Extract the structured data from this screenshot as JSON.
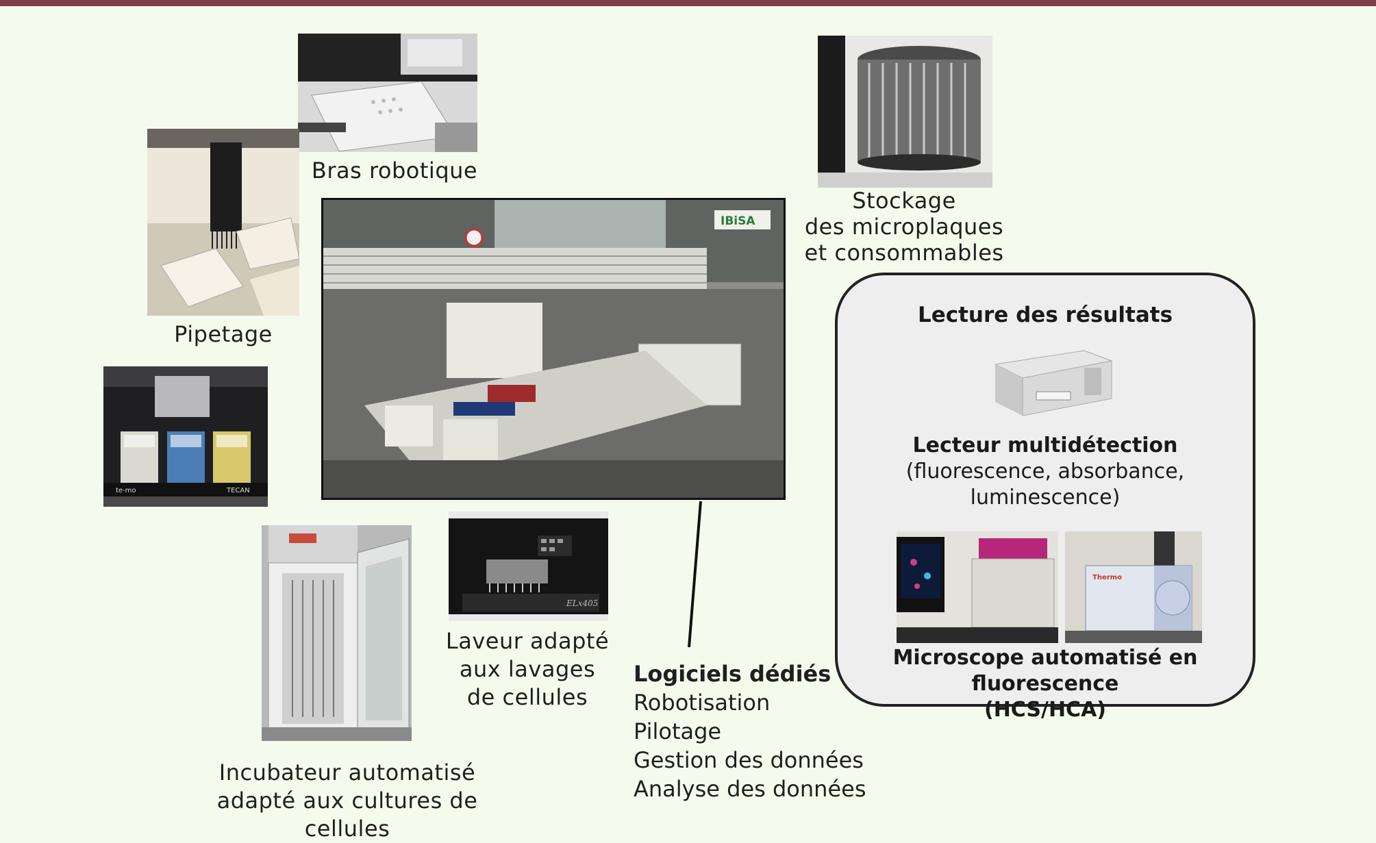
{
  "captions": {
    "bras_robotique": "Bras robotique",
    "pipetage": "Pipetage",
    "stockage": [
      "Stockage",
      "des microplaques",
      "et consommables"
    ],
    "laveur": [
      "Laveur adapté",
      "aux lavages",
      "de cellules"
    ],
    "incubateur": [
      "Incubateur automatisé",
      "adapté aux cultures de cellules"
    ]
  },
  "photos": {
    "main_station_logo": "IBiSA",
    "washer_label": "ELx405",
    "dispenser_brand_left": "te-mo",
    "dispenser_brand_right": "TECAN",
    "microscope_brand": "Thermo"
  },
  "software": {
    "title": "Logiciels dédiés",
    "items": [
      "Robotisation",
      "Pilotage",
      "Gestion des données",
      "Analyse des données"
    ]
  },
  "reading_box": {
    "title": "Lecture des résultats",
    "reader_title": "Lecteur multidétection",
    "reader_sub": "(fluorescence, absorbance, luminescence)",
    "microscope_title": "Microscope automatisé en fluorescence",
    "microscope_sub": "(HCS/HCA)"
  },
  "colors": {
    "background": "#f5fbec",
    "top_bar": "#7d3f48",
    "box_fill": "#edeeed",
    "box_border": "#222222"
  }
}
